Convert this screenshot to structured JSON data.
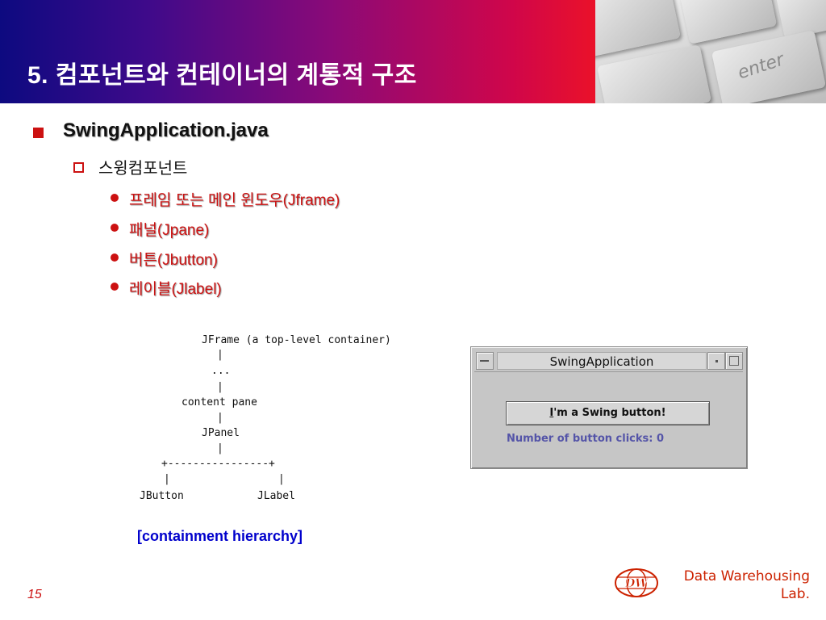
{
  "slide": {
    "title": "5. 컴포넌트와 컨테이너의 계통적 구조",
    "level1": "SwingApplication.java",
    "level2": "스윙컴포넌트",
    "items": [
      "프레임 또는 메인 윈도우(Jframe)",
      "패널(Jpane)",
      "버튼(Jbutton)",
      "레이블(Jlabel)"
    ],
    "hierarchy": {
      "jframe": "JFrame (a top-level container)",
      "bar": "|",
      "ellipsis": "...",
      "content_pane": "content pane",
      "jpanel": "JPanel",
      "branch": "+----------------+",
      "jbutton": "JButton",
      "jlabel": "JLabel"
    },
    "caption": "[containment hierarchy]",
    "swing_window": {
      "title": "SwingApplication",
      "button_mnemonic": "I",
      "button_rest": "'m a Swing button!",
      "clicks_label": "Number of button clicks: 0"
    },
    "page_number": "15",
    "footer_lab_line1": "Data Warehousing",
    "footer_lab_line2": "Lab.",
    "logo_mark": "DW"
  },
  "icons": [
    "enter-key-image",
    "square-bullet-icon",
    "hollow-square-bullet-icon",
    "dot-bullet-icon",
    "globe-logo-icon"
  ],
  "colors": {
    "accent_red": "#cc1111",
    "caption_blue": "#0000cc",
    "swing_label_blue": "#5454a8",
    "header_gradient_start": "#0d0a80",
    "header_gradient_end": "#ff3300"
  }
}
